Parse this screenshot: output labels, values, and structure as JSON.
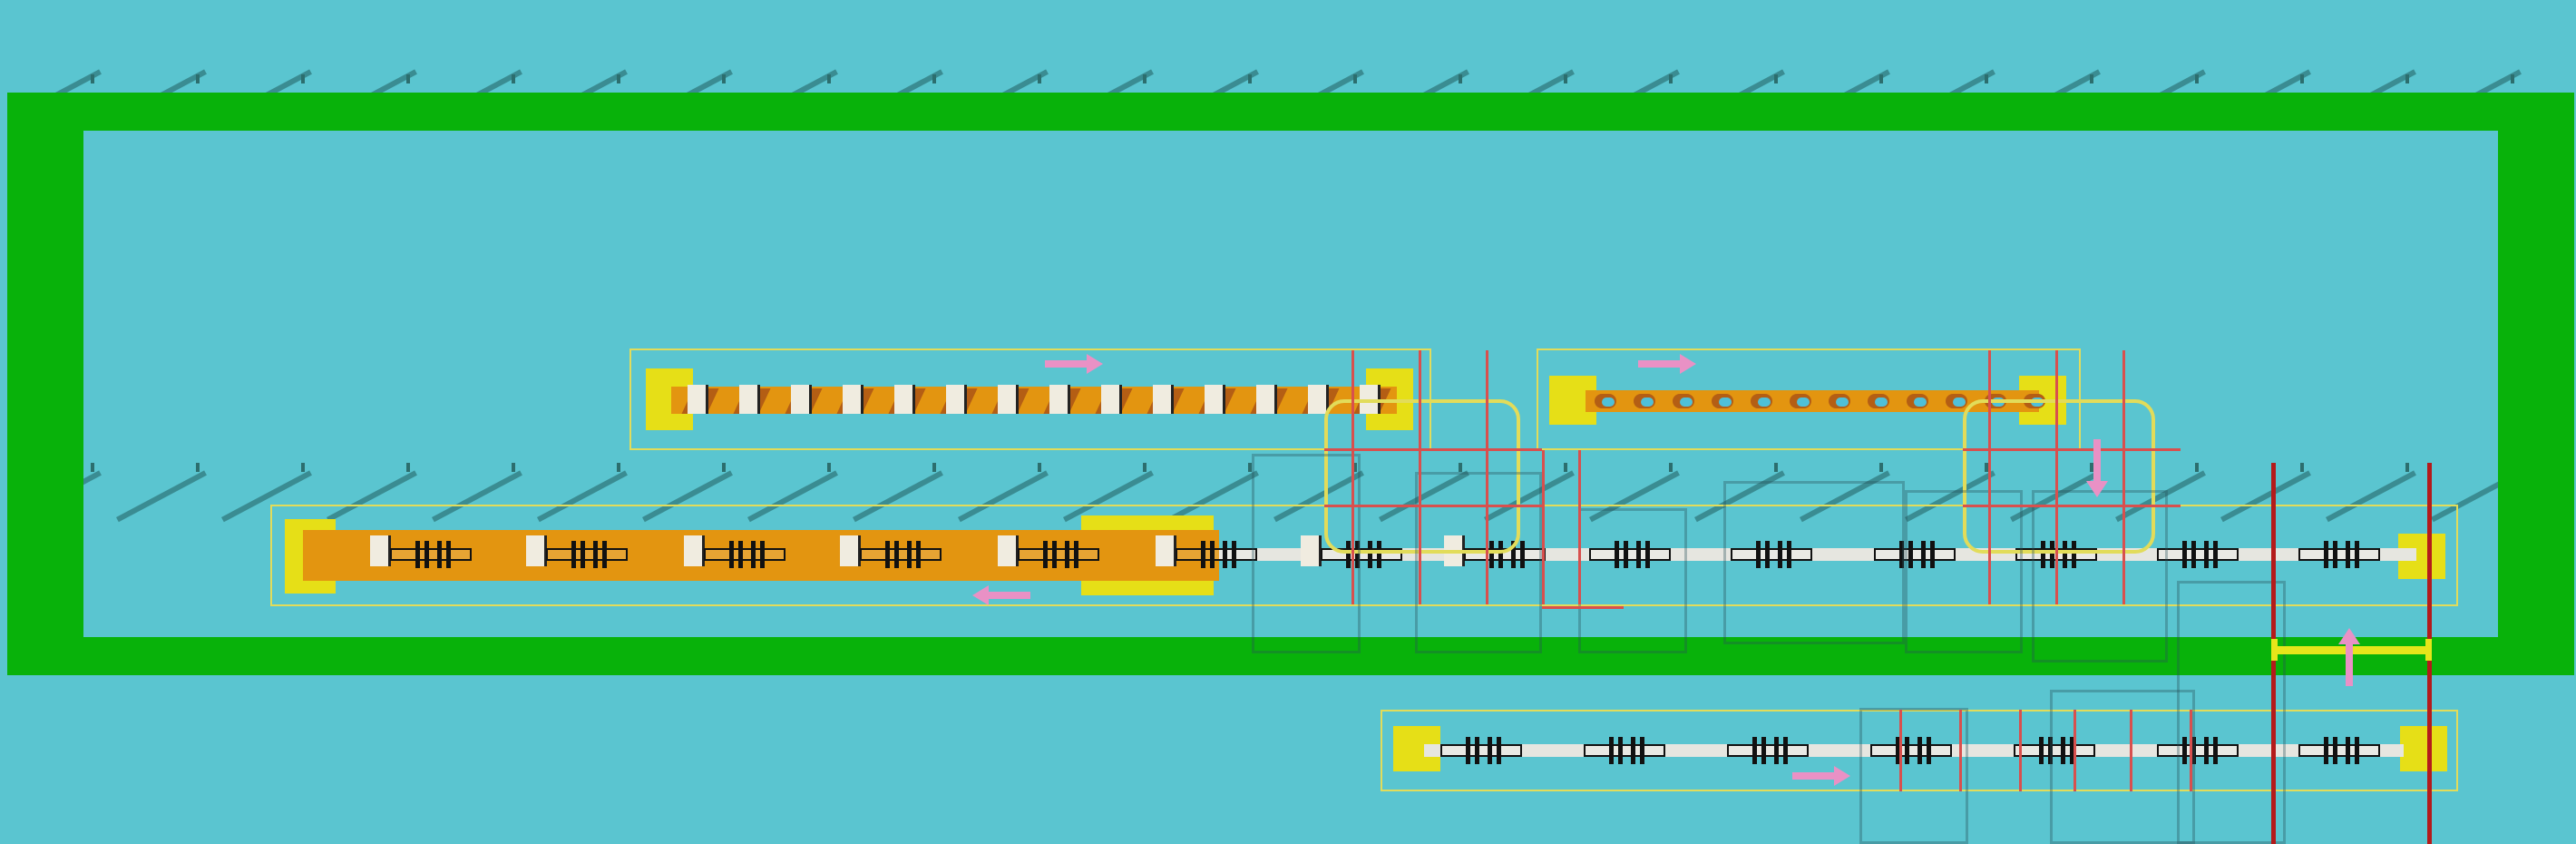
{
  "scene": {
    "background_color": "#5ac5d0",
    "wall_color": "#08b20a",
    "belt_frame_color": "#e2dc5a",
    "belt_end_color": "#e6df17",
    "conveyor_orange": "#e39510",
    "conveyor_brown": "#b45e14",
    "arrow_color": "#e991c5",
    "pole_color": "#b41b1b"
  },
  "conveyors": [
    {
      "name": "upper-left-line",
      "direction": "right",
      "items": "boxes",
      "item_count": 14
    },
    {
      "name": "upper-right-line",
      "direction": "right",
      "items": "discs",
      "item_count": 12
    },
    {
      "name": "middle-line",
      "direction": "left",
      "items": "carts",
      "item_count": 14
    },
    {
      "name": "lower-line",
      "direction": "right",
      "items": "carts",
      "item_count": 7
    }
  ],
  "arrows": [
    {
      "name": "arrow-right",
      "icon": "arrow-right-icon"
    },
    {
      "name": "arrow-right-2",
      "icon": "arrow-right-icon"
    },
    {
      "name": "arrow-left",
      "icon": "arrow-left-icon"
    },
    {
      "name": "arrow-down",
      "icon": "arrow-down-icon"
    },
    {
      "name": "arrow-up",
      "icon": "arrow-up-icon"
    },
    {
      "name": "arrow-right-3",
      "icon": "arrow-right-icon"
    }
  ]
}
